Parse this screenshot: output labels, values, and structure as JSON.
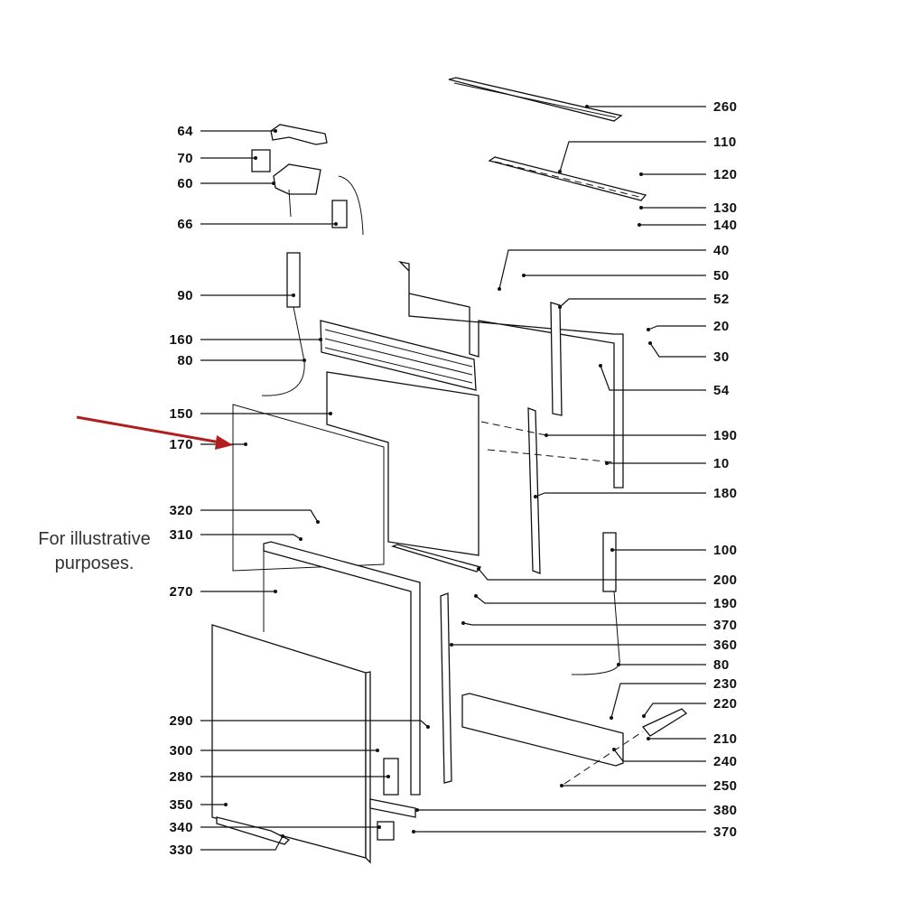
{
  "note": {
    "line1": "For illustrative",
    "line2": "purposes."
  },
  "colors": {
    "arrow": "#b01e1e",
    "ink": "#111111"
  },
  "left_labels": [
    "64",
    "70",
    "60",
    "66",
    "90",
    "160",
    "80",
    "150",
    "170",
    "320",
    "310",
    "270",
    "290",
    "300",
    "280",
    "350",
    "340",
    "330"
  ],
  "right_labels": [
    "260",
    "110",
    "120",
    "130",
    "140",
    "40",
    "50",
    "52",
    "20",
    "30",
    "54",
    "190",
    "10",
    "180",
    "100",
    "200",
    "190",
    "370",
    "360",
    "80",
    "230",
    "220",
    "210",
    "240",
    "250",
    "380",
    "370"
  ]
}
